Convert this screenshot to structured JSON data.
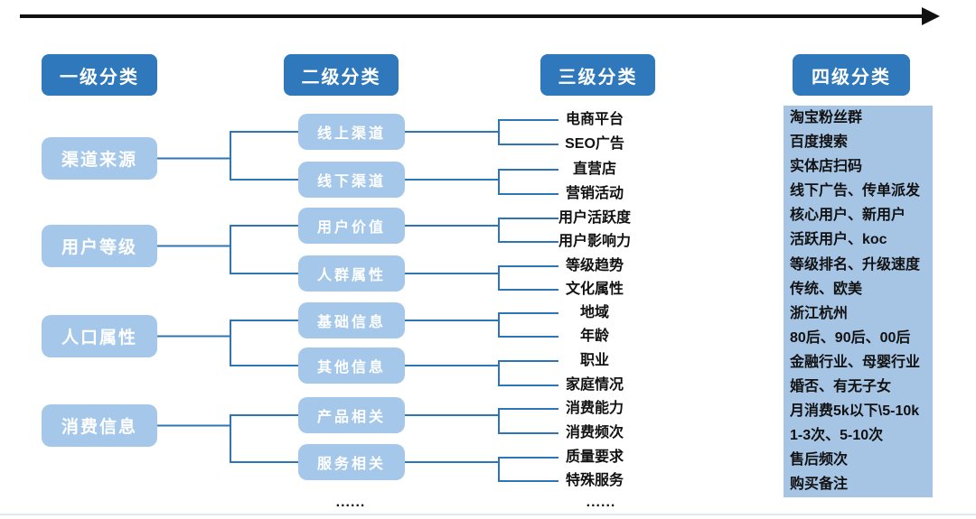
{
  "headers": [
    "一级分类",
    "二级分类",
    "三级分类",
    "四级分类"
  ],
  "level1": [
    "渠道来源",
    "用户等级",
    "人口属性",
    "消费信息"
  ],
  "level2": [
    "线上渠道",
    "线下渠道",
    "用户价值",
    "人群属性",
    "基础信息",
    "其他信息",
    "产品相关",
    "服务相关"
  ],
  "level3": [
    "电商平台",
    "SEO广告",
    "直营店",
    "营销活动",
    "用户活跃度",
    "用户影响力",
    "等级趋势",
    "文化属性",
    "地域",
    "年龄",
    "职业",
    "家庭情况",
    "消费能力",
    "消费频次",
    "质量要求",
    "特殊服务"
  ],
  "level4": [
    "淘宝粉丝群",
    "百度搜索",
    "实体店扫码",
    "线下广告、传单派发",
    "核心用户、新用户",
    "活跃用户、koc",
    "等级排名、升级速度",
    "传统、欧美",
    "浙江杭州",
    "80后、90后、00后",
    "金融行业、母婴行业",
    "婚否、有无子女",
    "月消费5k以下\\5-10k",
    "1-3次、5-10次",
    "售后频次",
    "购买备注"
  ],
  "ellipsis": [
    "......",
    "......"
  ],
  "colors": {
    "header": "#2E78BB",
    "box": "#A5C8EA",
    "panel": "#A6C5E5",
    "connector": "#2E75B6",
    "arrow": "#111111"
  }
}
